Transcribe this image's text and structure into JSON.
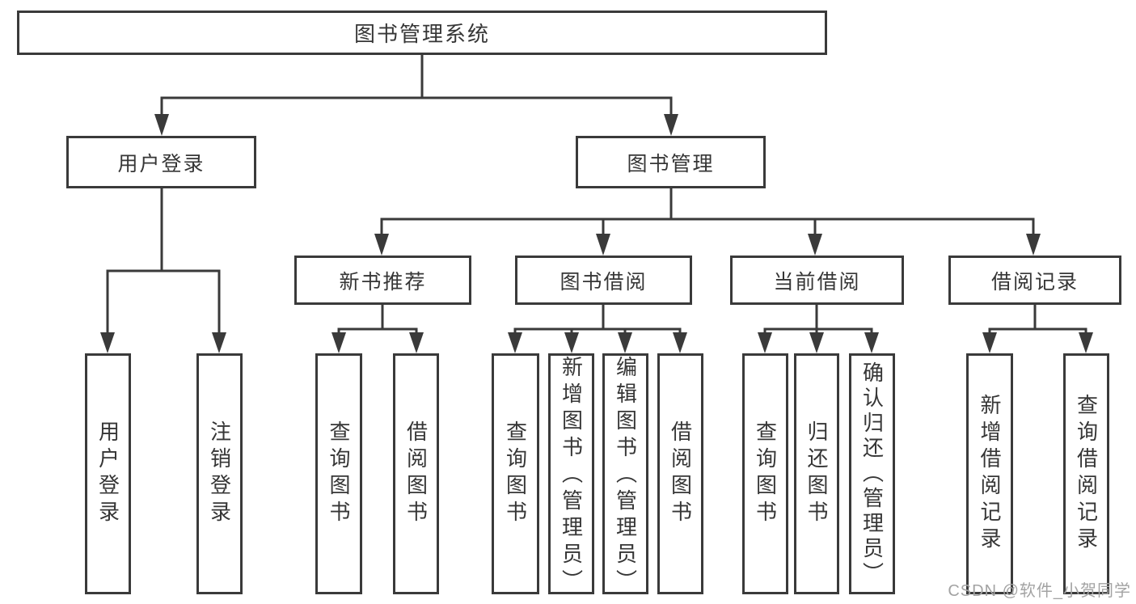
{
  "diagram": {
    "type": "tree",
    "title": "图书管理系统",
    "nodes": {
      "root": "图书管理系统",
      "level2": [
        "用户登录",
        "图书管理"
      ],
      "level3": [
        "新书推荐",
        "图书借阅",
        "当前借阅",
        "借阅记录"
      ],
      "leaves_user_login": [
        "用户登录",
        "注销登录"
      ],
      "leaves_new_books": [
        "查询图书",
        "借阅图书"
      ],
      "leaves_book_borrow": [
        "查询图书",
        "新增图书（管理员）",
        "编辑图书（管理员）",
        "借阅图书"
      ],
      "leaves_current_borrow": [
        "查询图书",
        "归还图书",
        "确认归还（管理员）"
      ],
      "leaves_borrow_records": [
        "新增借阅记录",
        "查询借阅记录"
      ]
    },
    "hierarchy": {
      "图书管理系统": [
        "用户登录",
        "图书管理"
      ],
      "用户登录": [
        "用户登录",
        "注销登录"
      ],
      "图书管理": [
        "新书推荐",
        "图书借阅",
        "当前借阅",
        "借阅记录"
      ],
      "新书推荐": [
        "查询图书",
        "借阅图书"
      ],
      "图书借阅": [
        "查询图书",
        "新增图书（管理员）",
        "编辑图书（管理员）",
        "借阅图书"
      ],
      "当前借阅": [
        "查询图书",
        "归还图书",
        "确认归还（管理员）"
      ],
      "借阅记录": [
        "新增借阅记录",
        "查询借阅记录"
      ]
    },
    "colors": {
      "line": "#3a3a3a",
      "box_border": "#3a3a3a",
      "text": "#363636",
      "background": "#ffffff",
      "watermark": "#a3a3a3"
    }
  },
  "watermark": "CSDN @软件_小贺同学"
}
